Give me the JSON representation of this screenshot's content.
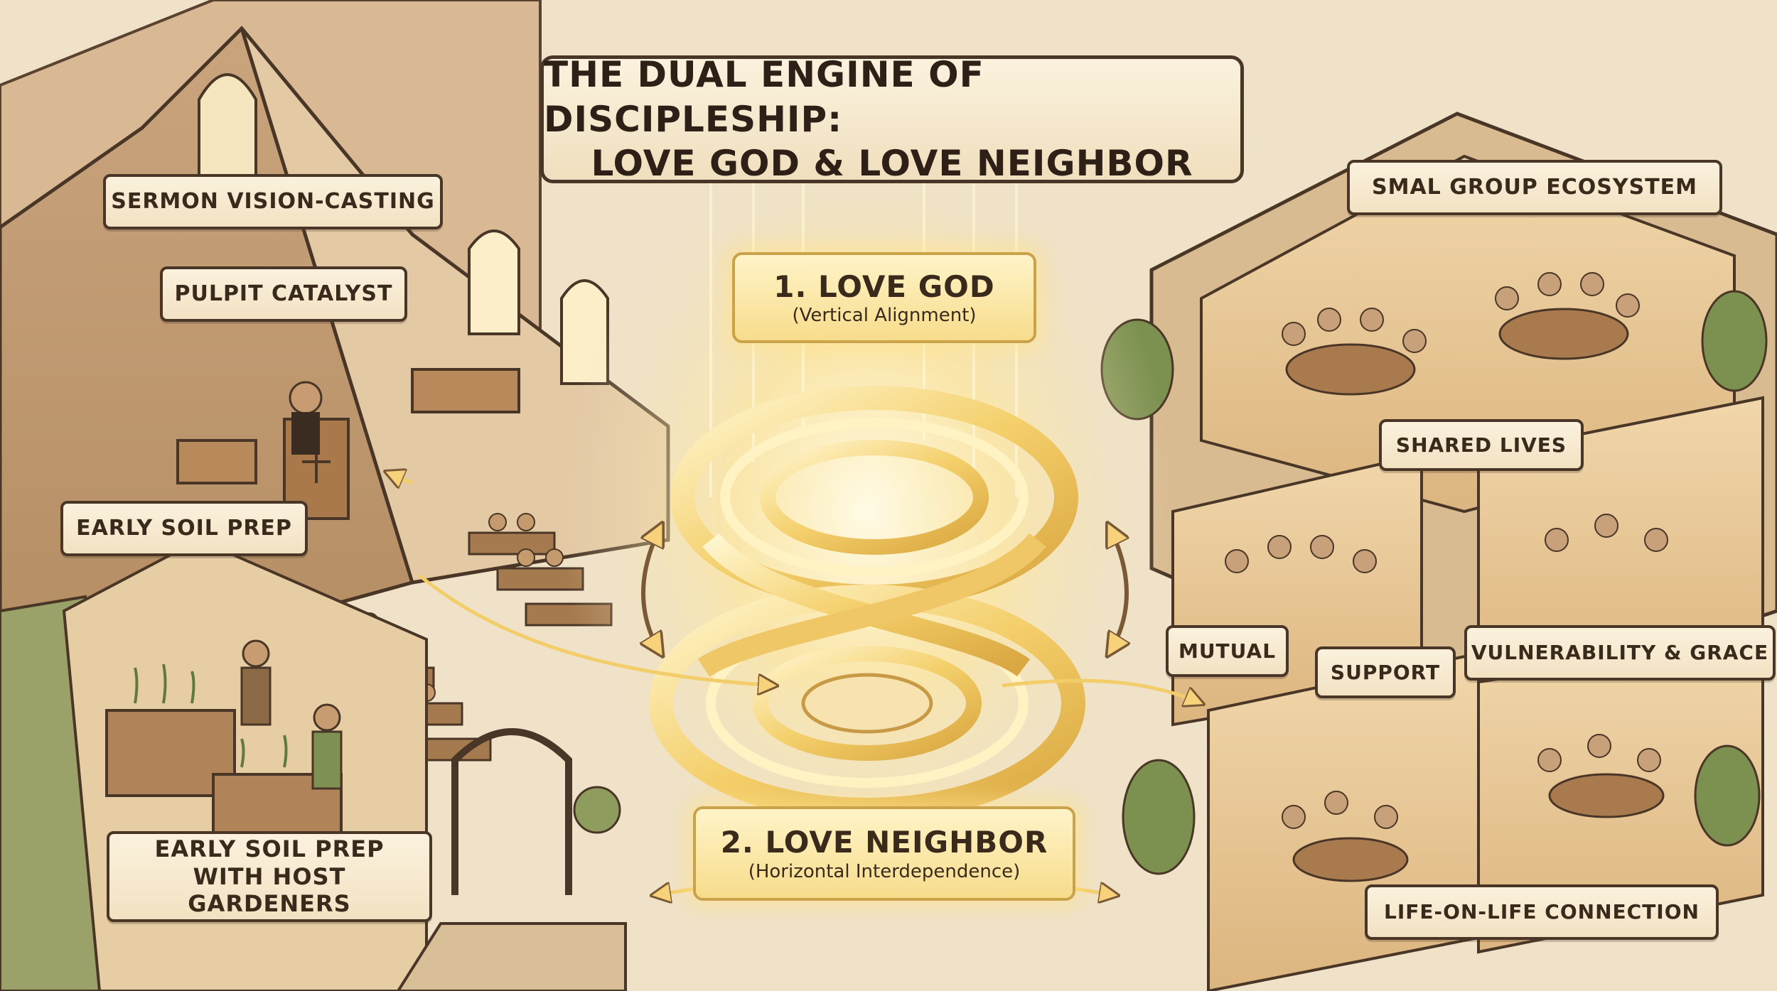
{
  "title": {
    "line1": "THE DUAL ENGINE OF DISCIPLESHIP:",
    "line2": "LOVE GOD & LOVE NEIGHBOR"
  },
  "love_god": {
    "label": "1. LOVE GOD",
    "sub": "(Vertical Alignment)"
  },
  "love_neighbor": {
    "label": "2. LOVE NEIGHBOR",
    "sub": "(Horizontal Interdependence)"
  },
  "left_labels": {
    "sermon": "SERMON VISION-CASTING",
    "pulpit": "PULPIT CATALYST",
    "soil": "EARLY SOIL PREP",
    "soil_host_1": "EARLY SOIL PREP",
    "soil_host_2": "WITH HOST GARDENERS"
  },
  "right_labels": {
    "small_group": "SMAL GROUP ECOSYSTEM",
    "shared": "SHARED LIVES",
    "mutual": "MUTUAL",
    "support": "SUPPORT",
    "vulnerability": "VULNERABILITY & GRACE",
    "life": "LIFE-ON-LIFE CONNECTION"
  },
  "colors": {
    "background": "#efe2c8",
    "ink": "#4a3626",
    "gold": "#f3c95c",
    "glow": "#fff3c4",
    "parchment": "#f7ead2"
  }
}
